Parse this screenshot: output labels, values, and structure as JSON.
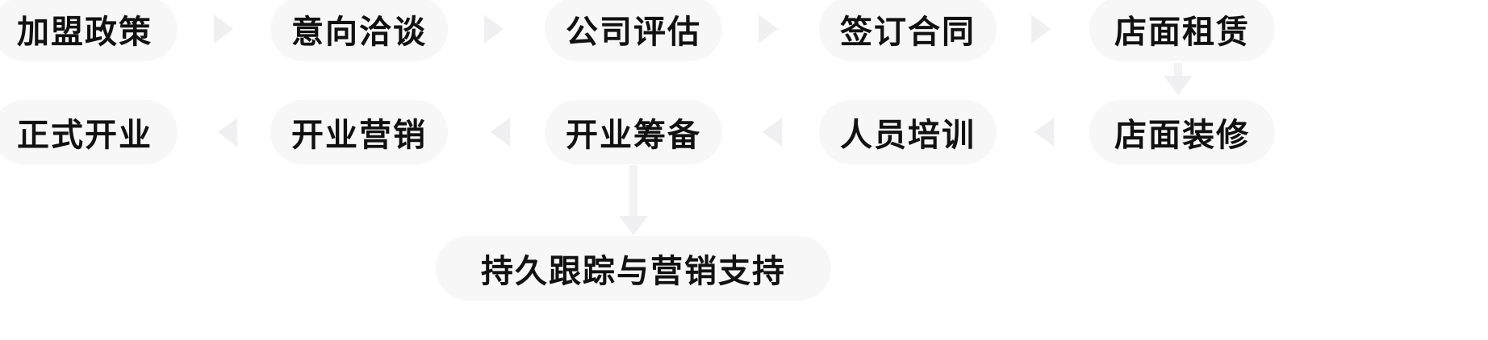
{
  "flow": {
    "row1": [
      "加盟政策",
      "意向洽谈",
      "公司评估",
      "签订合同",
      "店面租赁"
    ],
    "row2": [
      "正式开业",
      "开业营销",
      "开业筹备",
      "人员培训",
      "店面装修"
    ],
    "final": "持久跟踪与营销支持"
  },
  "colors": {
    "step_background": "#f7f7f8",
    "arrow": "#f0f0f2",
    "text": "#111111"
  }
}
